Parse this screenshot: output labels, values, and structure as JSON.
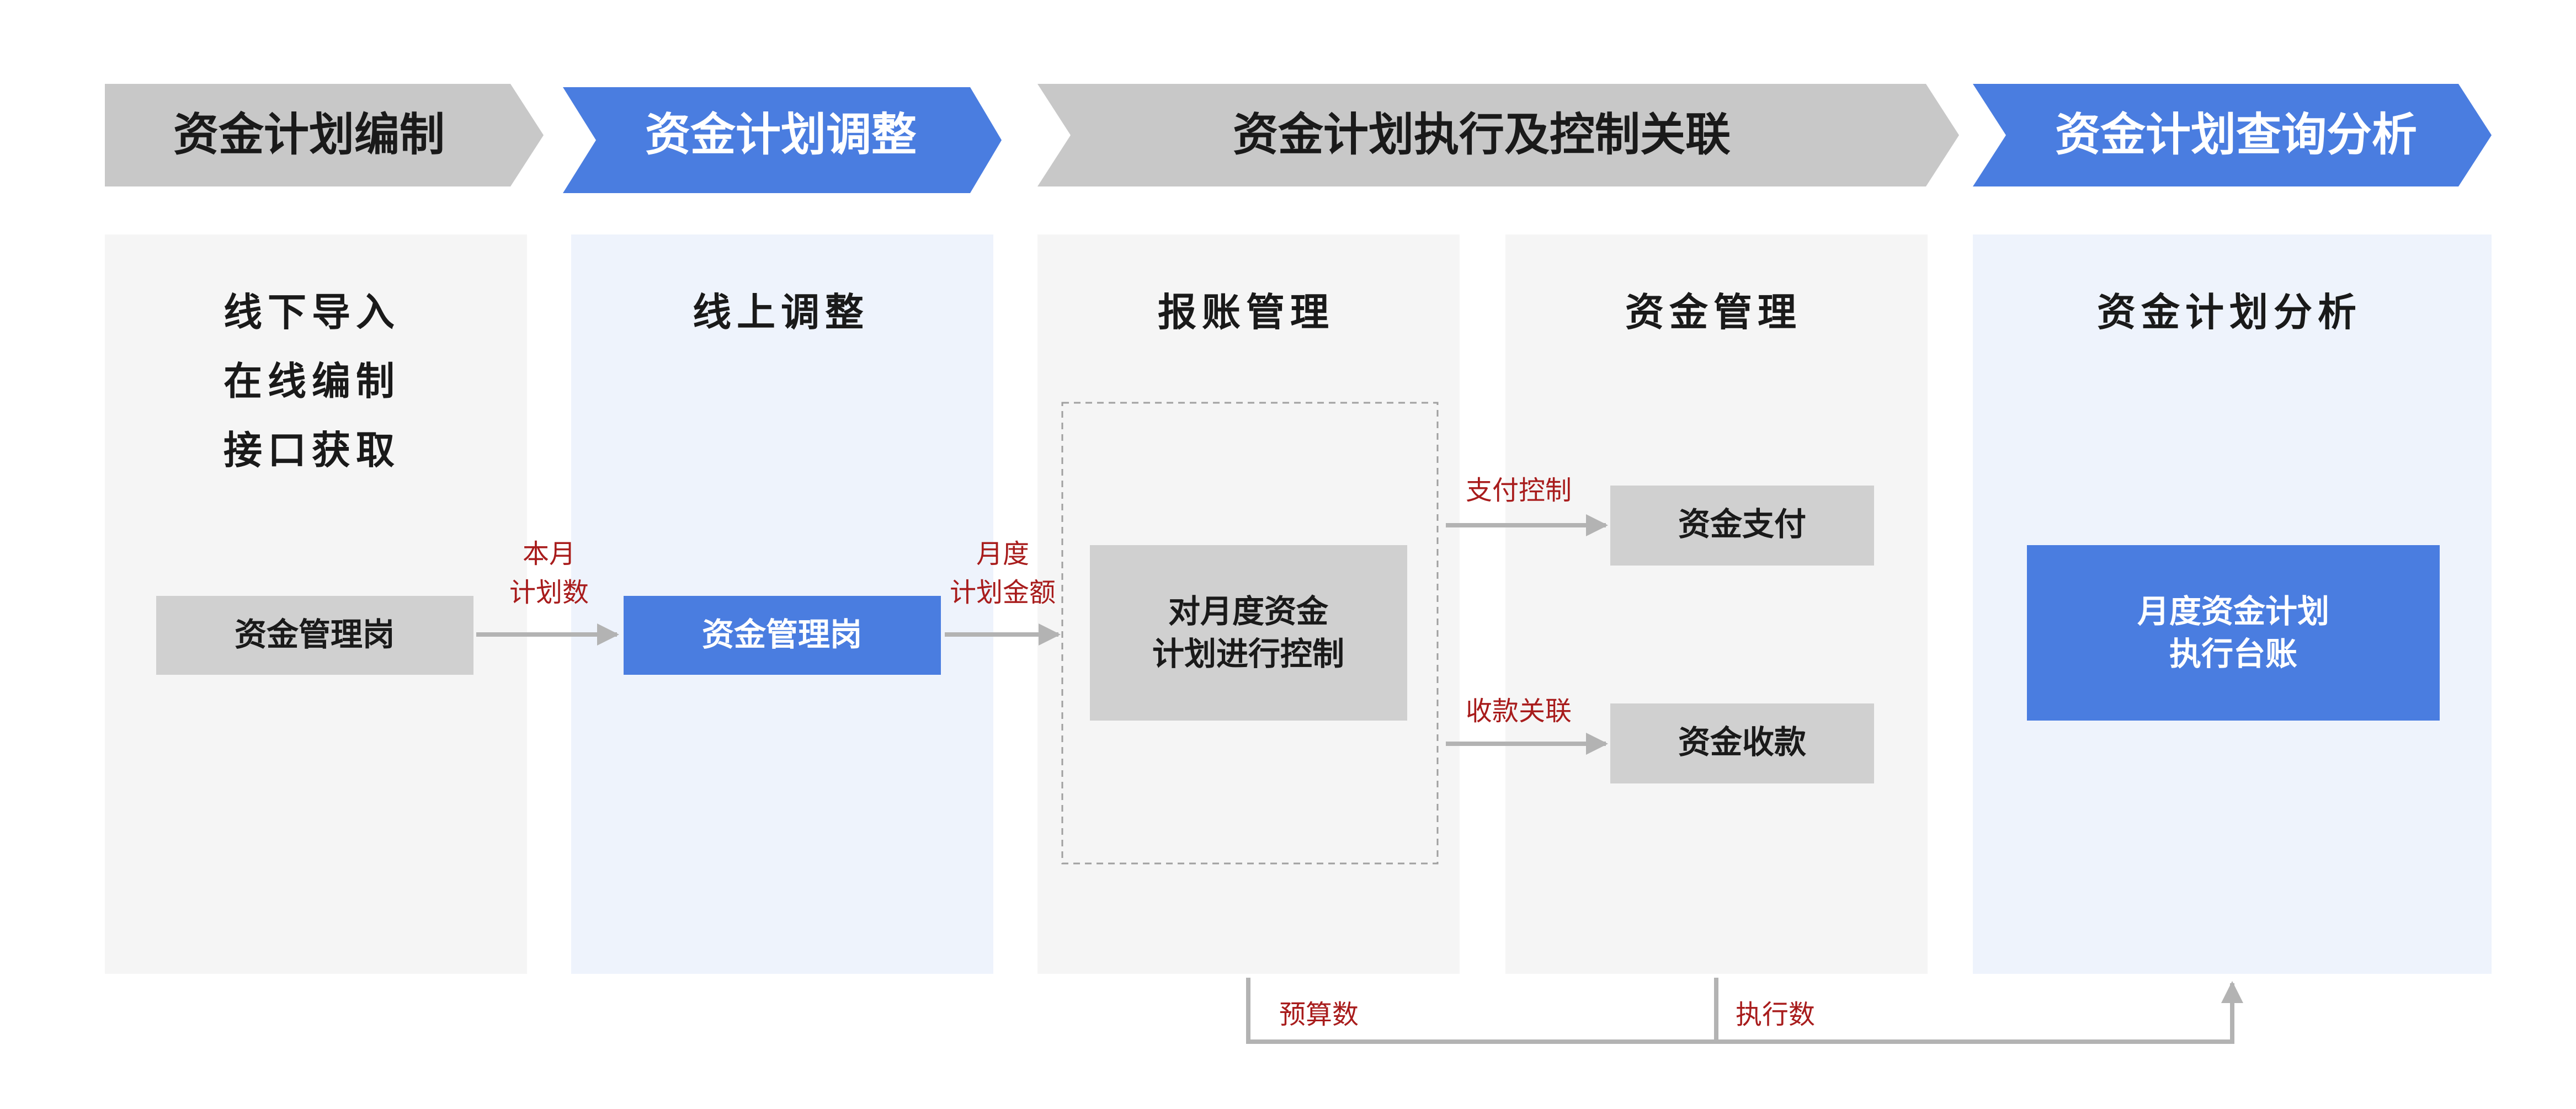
{
  "colors": {
    "gray_arrow": "#c8c8c8",
    "blue_arrow": "#4a7de0",
    "panel_gray": "#f5f5f5",
    "panel_blue": "#eef3fc",
    "box_gray": "#d0d0d0",
    "box_blue": "#4a7de0",
    "connector": "#b3b3b3",
    "annotation_red": "#a81c1c"
  },
  "header": {
    "stage1": "资金计划编制",
    "stage2": "资金计划调整",
    "stage3": "资金计划执行及控制关联",
    "stage4": "资金计划查询分析"
  },
  "columns": {
    "col1": {
      "lines": [
        "线下导入",
        "在线编制",
        "接口获取"
      ],
      "box": "资金管理岗"
    },
    "col2": {
      "title": "线上调整",
      "box": "资金管理岗"
    },
    "col3": {
      "title": "报账管理",
      "box": [
        "对月度资金",
        "计划进行控制"
      ]
    },
    "col4": {
      "title": "资金管理",
      "box_top": "资金支付",
      "box_bottom": "资金收款"
    },
    "col5": {
      "title": "资金计划分析",
      "box": [
        "月度资金计划",
        "执行台账"
      ]
    }
  },
  "connectors": {
    "c1": [
      "本月",
      "计划数"
    ],
    "c2": [
      "月度",
      "计划金额"
    ],
    "c3": "支付控制",
    "c4": "收款关联",
    "bottom_left": "预算数",
    "bottom_right": "执行数"
  }
}
